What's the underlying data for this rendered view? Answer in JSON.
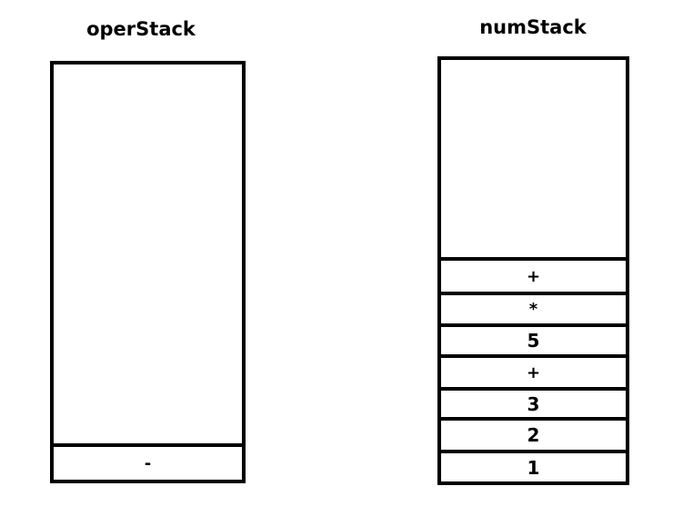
{
  "oper_stack": {
    "title": "operStack",
    "items": [
      "-"
    ]
  },
  "num_stack": {
    "title": "numStack",
    "items": [
      "+",
      "*",
      "5",
      "+",
      "3",
      "2",
      "1"
    ]
  }
}
